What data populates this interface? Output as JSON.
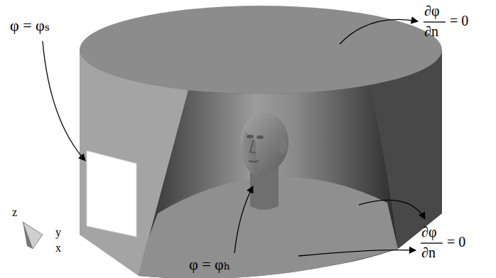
{
  "diagram": {
    "labels": [
      "φ = φₛ",
      "∂φ",
      "∂n",
      "= 0",
      "∂φ",
      "∂n",
      "= 0",
      "φ = φₕ",
      "z",
      "y",
      "x"
    ]
  }
}
